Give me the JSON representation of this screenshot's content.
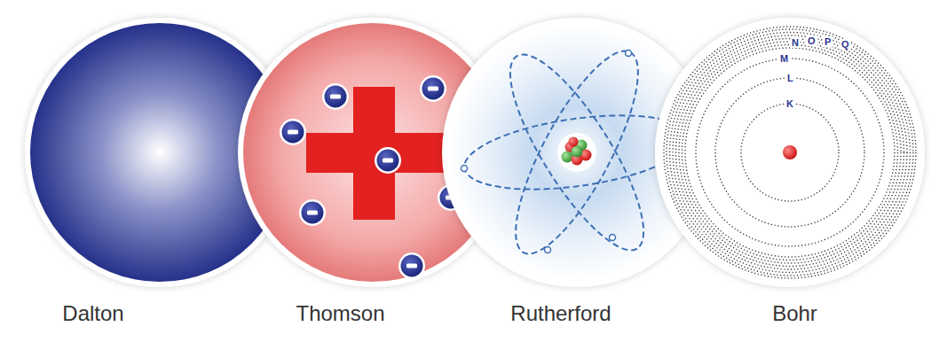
{
  "diagram": {
    "nodes": [
      {
        "text": [
          "Dalton"
        ]
      },
      {
        "text": [
          "Thomson"
        ]
      },
      {
        "text": [
          "Rutherford"
        ]
      },
      {
        "text": [
          "Bohr"
        ]
      }
    ],
    "labels": [
      "K",
      "L",
      "M",
      "N",
      "O",
      "P",
      "Q"
    ]
  }
}
